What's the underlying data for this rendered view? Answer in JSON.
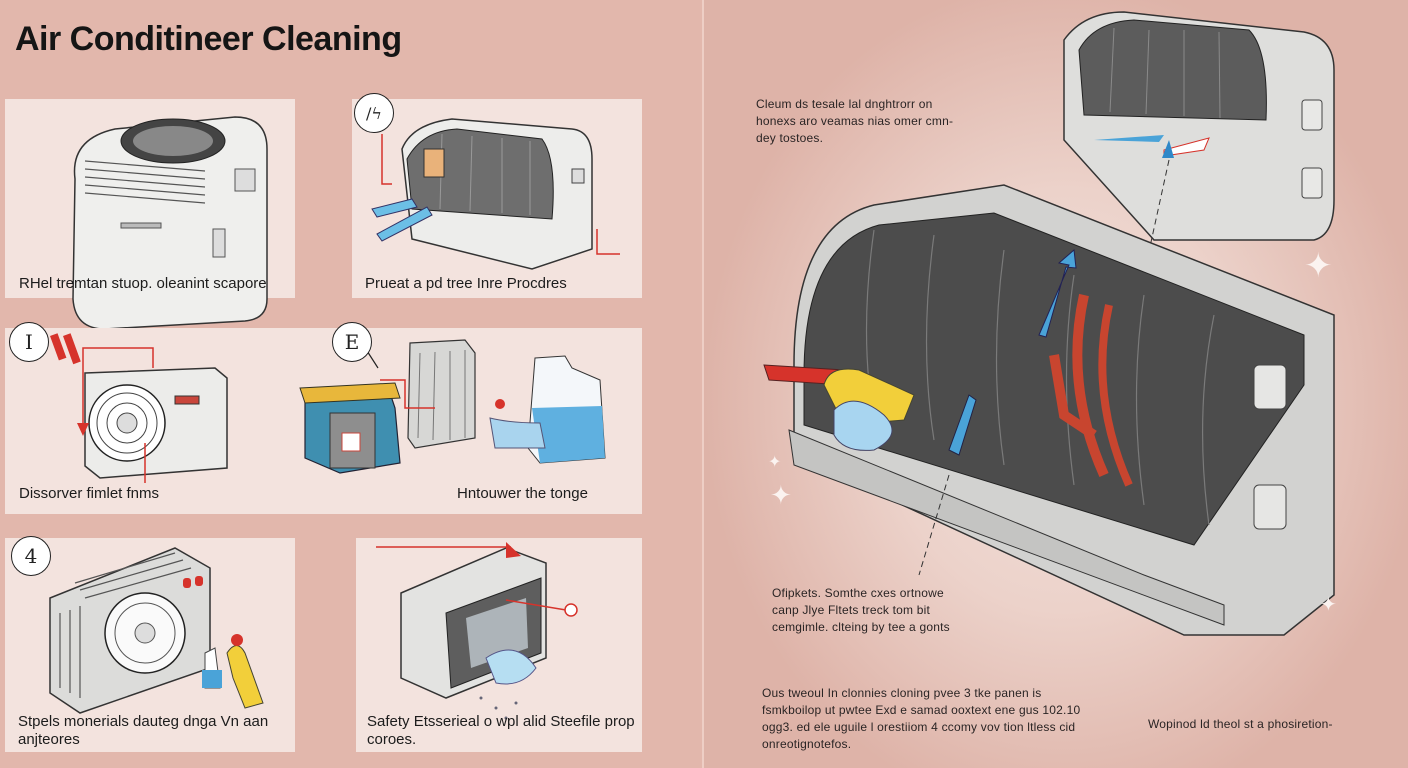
{
  "title": "Air Conditineer Cleaning",
  "colors": {
    "background": "#e2b7ac",
    "card": "#f3e3de",
    "accent_red": "#d6332b",
    "accent_blue": "#4aa3d8",
    "glove_yellow": "#f2cf3a",
    "text": "#1c1c1c"
  },
  "steps": [
    {
      "id": "step-1",
      "badge": "",
      "caption": "RHel tremtan stuop. oleanint scapore",
      "icon": "window-ac-unit"
    },
    {
      "id": "step-2",
      "badge": "/ϟ",
      "caption": "Prueat a pd tree Inre Procdres",
      "icon": "indoor-unit-filter-removal"
    },
    {
      "id": "step-3",
      "badge": "I",
      "caption": "Dissorver fimlet fnms",
      "icon": "outdoor-condenser-with-screwdriver"
    },
    {
      "id": "step-4",
      "badge": "E",
      "caption": "Hntouwer the tonge",
      "icon": "bag-filter-spray-bottle"
    },
    {
      "id": "step-5",
      "badge": "4",
      "caption": "Stpels monerials dauteg dnga Vn aan anjteores",
      "icon": "condenser-gloves-cleaner"
    },
    {
      "id": "step-6",
      "badge": "",
      "caption": "Safety Etsserieal o wpl alid Steefile prop coroes.",
      "icon": "unit-water-rinse"
    }
  ],
  "right_panel": {
    "note_top": "Cleum ds tesale lal dnghtrorr on honexs aro veamas nias omer cmn-dey tostoes.",
    "note_middle": "Ofipkets. Somthe cxes ortnowe canp Jlye Fltets treck tom bit cemgimle. clteing by tee a gonts",
    "note_bottom_left": "Ous tweoul In clonnies cloning pvee 3 tke panen is fsmkboilop ut pwtee Exd e samad ooxtext ene gus 102.10 ogg3. ed ele uguile l orestiiom 4 ccomy vov tion ltless cid onreotignotefos.",
    "note_bottom_right": "Wopinod ld theol st a phosiretion-"
  }
}
